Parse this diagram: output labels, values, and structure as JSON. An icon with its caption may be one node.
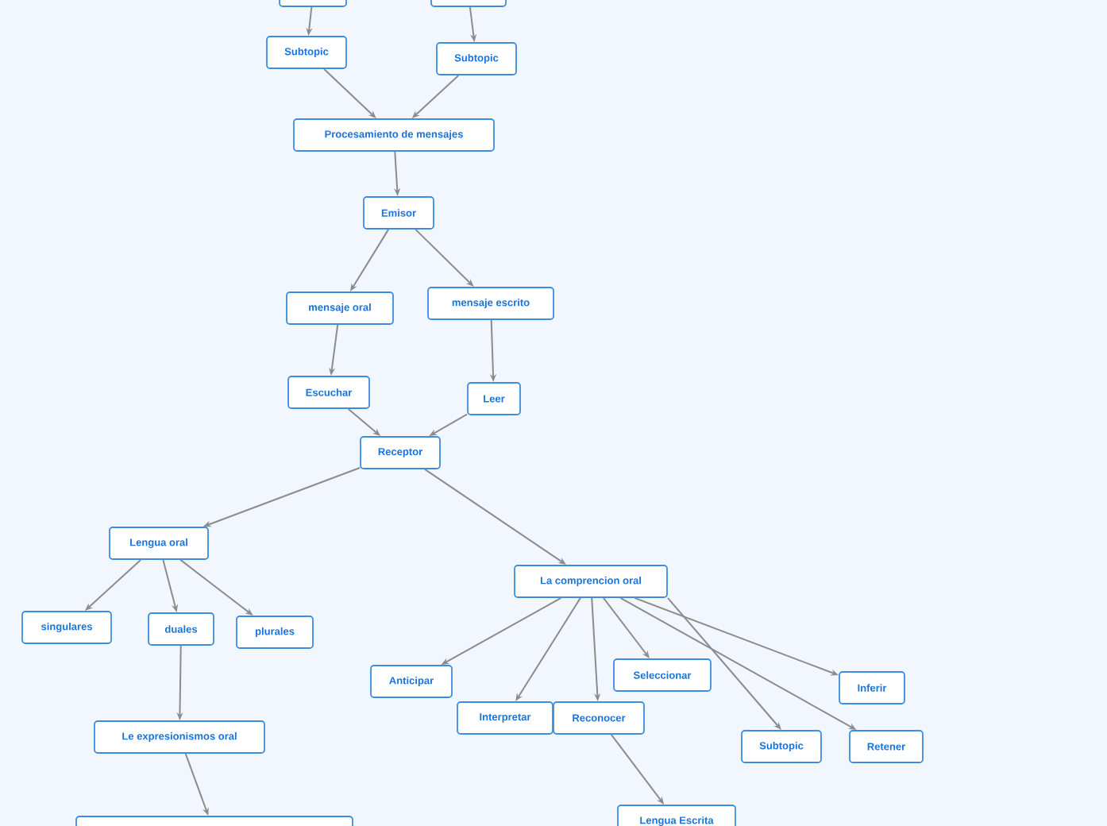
{
  "diagram": {
    "nodes": [
      {
        "text": [],
        "shape": "box"
      },
      {
        "text": [],
        "shape": "box"
      },
      {
        "text": [
          "Subtopic"
        ]
      },
      {
        "text": [
          "Subtopic"
        ]
      },
      {
        "text": [
          "Procesamiento de mensajes"
        ]
      },
      {
        "text": [
          "Emisor"
        ]
      },
      {
        "text": [
          "mensaje oral"
        ]
      },
      {
        "text": [
          "mensaje escrito"
        ]
      },
      {
        "text": [
          "Escuchar"
        ]
      },
      {
        "text": [
          "Leer"
        ]
      },
      {
        "text": [
          "Receptor"
        ]
      },
      {
        "text": [
          "Lengua oral"
        ]
      },
      {
        "text": [
          "La comprencion oral"
        ]
      },
      {
        "text": [
          "singulares"
        ]
      },
      {
        "text": [
          "duales"
        ]
      },
      {
        "text": [
          "plurales"
        ]
      },
      {
        "text": [
          "Le expresionismos oral"
        ]
      },
      {
        "text": [],
        "shape": "box"
      },
      {
        "text": [
          "Anticipar"
        ]
      },
      {
        "text": [
          "Interpretar"
        ]
      },
      {
        "text": [
          "Reconocer"
        ]
      },
      {
        "text": [
          "Seleccionar"
        ]
      },
      {
        "text": [
          "Subtopic"
        ]
      },
      {
        "text": [
          "Inferir"
        ]
      },
      {
        "text": [
          "Retener"
        ]
      },
      {
        "text": [
          "Lengua Escrita"
        ]
      }
    ],
    "edges": [
      {
        "from": 0,
        "to": 2,
        "arrow": "to"
      },
      {
        "from": 1,
        "to": 3,
        "arrow": "to"
      },
      {
        "from": 2,
        "to": 4,
        "arrow": "to"
      },
      {
        "from": 3,
        "to": 4,
        "arrow": "to"
      },
      {
        "from": 4,
        "to": 5,
        "arrow": "to"
      },
      {
        "from": 5,
        "to": 6,
        "arrow": "to"
      },
      {
        "from": 5,
        "to": 7,
        "arrow": "to"
      },
      {
        "from": 6,
        "to": 8,
        "arrow": "to"
      },
      {
        "from": 7,
        "to": 9,
        "arrow": "to"
      },
      {
        "from": 8,
        "to": 10,
        "arrow": "to"
      },
      {
        "from": 9,
        "to": 10,
        "arrow": "to"
      },
      {
        "from": 10,
        "to": 11,
        "arrow": "to"
      },
      {
        "from": 10,
        "to": 12,
        "arrow": "to"
      },
      {
        "from": 11,
        "to": 13,
        "arrow": "to"
      },
      {
        "from": 11,
        "to": 14,
        "arrow": "to"
      },
      {
        "from": 11,
        "to": 15,
        "arrow": "to"
      },
      {
        "from": 14,
        "to": 16,
        "arrow": "to"
      },
      {
        "from": 16,
        "to": 17,
        "arrow": "to"
      },
      {
        "from": 12,
        "to": 18,
        "arrow": "to"
      },
      {
        "from": 12,
        "to": 19,
        "arrow": "to"
      },
      {
        "from": 12,
        "to": 20,
        "arrow": "to"
      },
      {
        "from": 12,
        "to": 21,
        "arrow": "to"
      },
      {
        "from": 12,
        "to": 22,
        "arrow": "to"
      },
      {
        "from": 12,
        "to": 23,
        "arrow": "to"
      },
      {
        "from": 12,
        "to": 24,
        "arrow": "to"
      },
      {
        "from": 20,
        "to": 25,
        "arrow": "to"
      }
    ]
  }
}
